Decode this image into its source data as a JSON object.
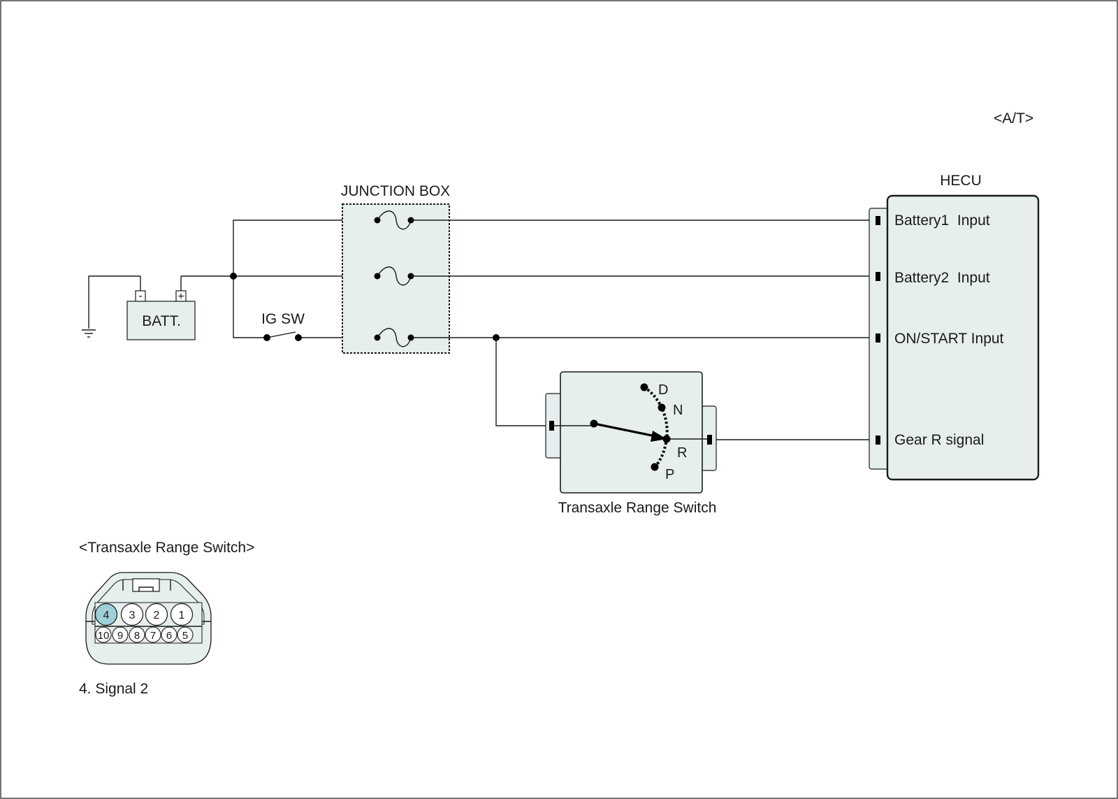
{
  "variant_label": "<A/T>",
  "hecu": {
    "title": "HECU",
    "inputs": [
      "Battery1  Input",
      "Battery2  Input",
      "ON/START Input",
      "Gear R signal"
    ]
  },
  "junction_box": {
    "title": "JUNCTION BOX"
  },
  "battery": {
    "label": "BATT.",
    "minus": "-",
    "plus": "+"
  },
  "ig_switch": {
    "label": "IG SW"
  },
  "range_switch": {
    "title": "Transaxle Range Switch",
    "positions": [
      "D",
      "N",
      "R",
      "P"
    ]
  },
  "connector": {
    "title": "<Transaxle Range Switch>",
    "top_pins": [
      "4",
      "3",
      "2",
      "1"
    ],
    "bottom_pins": [
      "10",
      "9",
      "8",
      "7",
      "6",
      "5"
    ],
    "highlight_pin": "4",
    "caption": "4. Signal 2",
    "highlight_color": "#9fd0d8"
  },
  "colors": {
    "box_fill": "#e6eeee",
    "wire": "#1a1a1a"
  }
}
